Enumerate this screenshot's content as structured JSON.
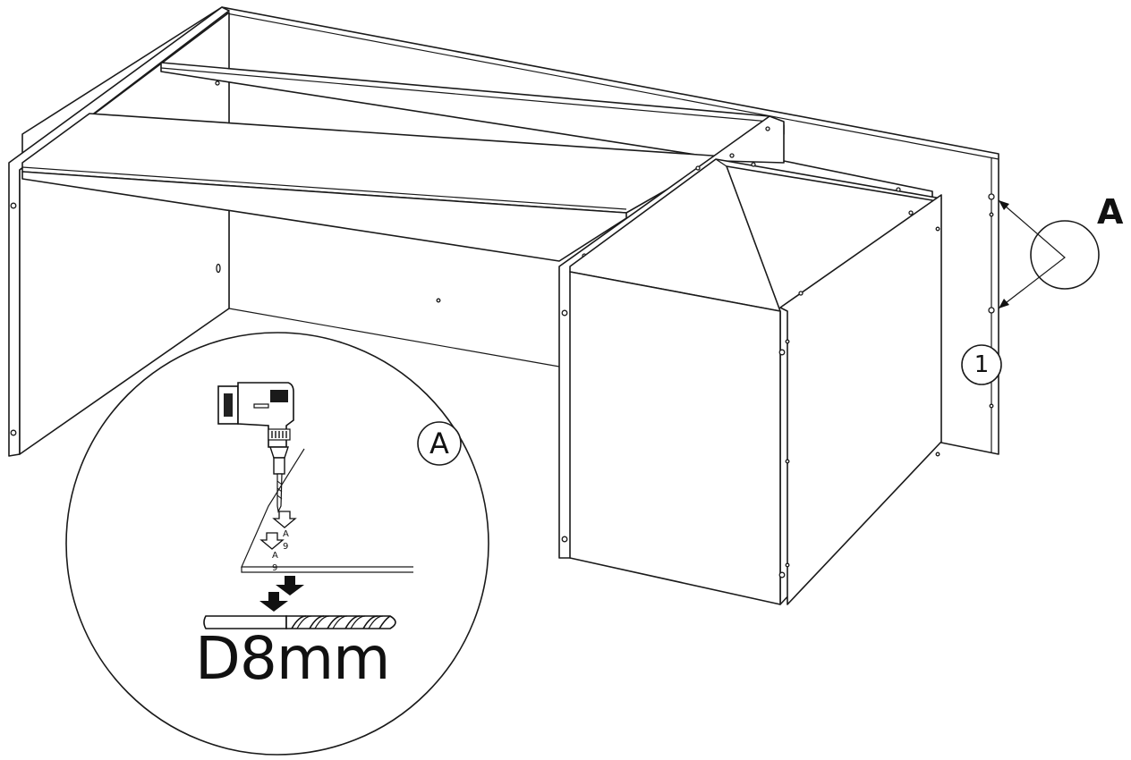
{
  "callout_label": "A",
  "part_number": "1",
  "detail_label": "A",
  "drill_size": "D8mm",
  "colors": {
    "line": "#1a1a1a",
    "background": "#ffffff"
  },
  "icons": [
    "drill-icon",
    "down-arrow-icon",
    "drill-bit-icon"
  ]
}
